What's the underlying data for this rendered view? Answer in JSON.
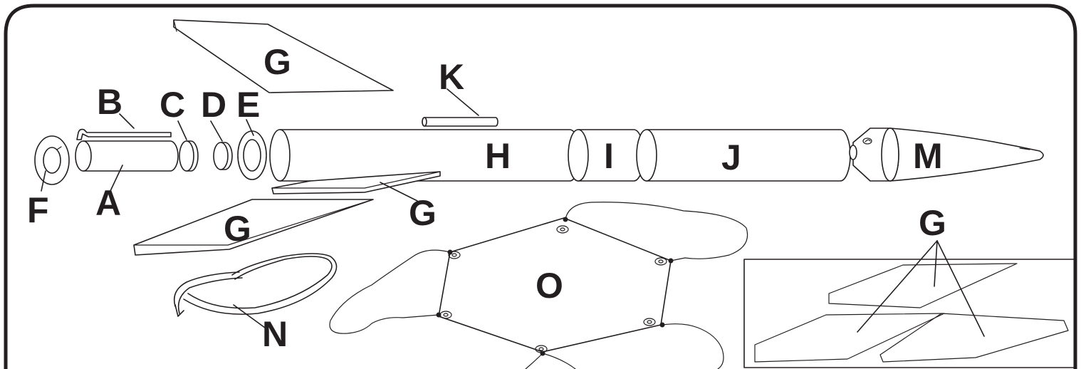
{
  "labels": {
    "A": "A",
    "B": "B",
    "C": "C",
    "D": "D",
    "E": "E",
    "F": "F",
    "G_top": "G",
    "G_lower_left": "G",
    "G_middle": "G",
    "G_inset": "G",
    "H": "H",
    "I": "I",
    "J": "J",
    "K": "K",
    "M": "M",
    "N": "N",
    "O": "O"
  },
  "colors": {
    "ink": "#231f20",
    "background": "#ffffff"
  }
}
